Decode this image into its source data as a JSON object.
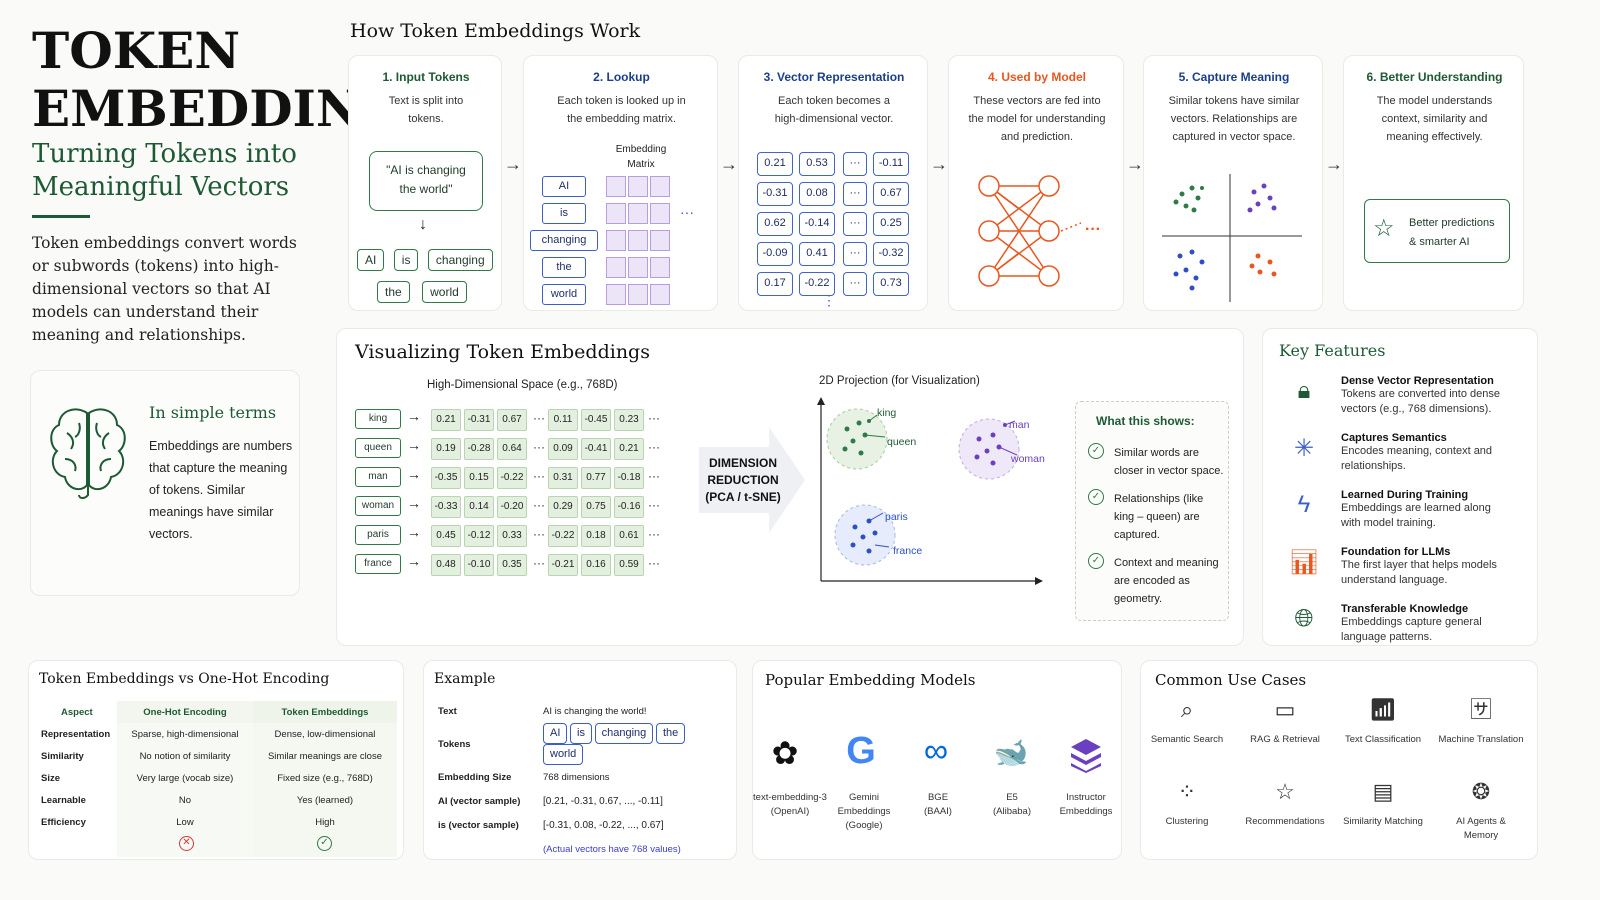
{
  "title": {
    "line1": "TOKEN",
    "line2": "EMBEDDINGS",
    "subtitle1": "Turning Tokens into",
    "subtitle2": "Meaningful Vectors",
    "intro": [
      "Token embeddings convert words",
      "or subwords (tokens) into high-",
      "dimensional vectors so that AI",
      "models can understand their",
      "meaning and relationships."
    ]
  },
  "simple": {
    "title": "In simple terms",
    "lines": [
      "Embeddings are numbers",
      "that capture the meaning",
      "of tokens. Similar",
      "meanings have similar",
      "vectors."
    ]
  },
  "how": {
    "title": "How Token Embeddings Work",
    "steps": [
      {
        "title": "1. Input Tokens",
        "desc": [
          "Text is split into",
          "tokens."
        ]
      },
      {
        "title": "2. Lookup",
        "desc": [
          "Each token is looked up in",
          "the embedding matrix."
        ]
      },
      {
        "title": "3. Vector Representation",
        "desc": [
          "Each token becomes a",
          "high-dimensional vector."
        ]
      },
      {
        "title": "4. Used by Model",
        "desc": [
          "These vectors are fed into",
          "the model for understanding",
          "and prediction."
        ]
      },
      {
        "title": "5. Capture Meaning",
        "desc": [
          "Similar tokens have similar",
          "vectors. Relationships are",
          "captured in vector space."
        ]
      },
      {
        "title": "6. Better Understanding",
        "desc": [
          "The model understands",
          "context, similarity and",
          "meaning effectively."
        ]
      }
    ],
    "quote": [
      "\"AI is changing",
      "the world\""
    ],
    "tokens": [
      "AI",
      "is",
      "changing",
      "the",
      "world"
    ],
    "matrix_label": [
      "Embedding",
      "Matrix"
    ],
    "vectors": [
      [
        "0.21",
        "0.53",
        "···",
        "-0.11"
      ],
      [
        "-0.31",
        "0.08",
        "···",
        "0.67"
      ],
      [
        "0.62",
        "-0.14",
        "···",
        "0.25"
      ],
      [
        "-0.09",
        "0.41",
        "···",
        "-0.32"
      ],
      [
        "0.17",
        "-0.22",
        "···",
        "0.73"
      ]
    ],
    "dots": "···",
    "vdots": "⋮",
    "better": [
      "Better predictions",
      "& smarter AI"
    ]
  },
  "viz": {
    "title": "Visualizing Token Embeddings",
    "hd_label": "High-Dimensional Space (e.g., 768D)",
    "rows": [
      {
        "word": "king",
        "a": [
          "0.21",
          "-0.31",
          "0.67"
        ],
        "b": [
          "0.11",
          "-0.45",
          "0.23"
        ]
      },
      {
        "word": "queen",
        "a": [
          "0.19",
          "-0.28",
          "0.64"
        ],
        "b": [
          "0.09",
          "-0.41",
          "0.21"
        ]
      },
      {
        "word": "man",
        "a": [
          "-0.35",
          "0.15",
          "-0.22"
        ],
        "b": [
          "0.31",
          "0.77",
          "-0.18"
        ]
      },
      {
        "word": "woman",
        "a": [
          "-0.33",
          "0.14",
          "-0.20"
        ],
        "b": [
          "0.29",
          "0.75",
          "-0.16"
        ]
      },
      {
        "word": "paris",
        "a": [
          "0.45",
          "-0.12",
          "0.33"
        ],
        "b": [
          "-0.22",
          "0.18",
          "0.61"
        ]
      },
      {
        "word": "france",
        "a": [
          "0.48",
          "-0.10",
          "0.35"
        ],
        "b": [
          "-0.21",
          "0.16",
          "0.59"
        ]
      }
    ],
    "reduction": [
      "DIMENSION",
      "REDUCTION",
      "(PCA / t-SNE)"
    ],
    "proj_label": "2D Projection (for Visualization)",
    "labels": {
      "king": "king",
      "queen": "queen",
      "man": "man",
      "woman": "woman",
      "paris": "paris",
      "france": "france"
    },
    "shows_title": "What this shows:",
    "shows": [
      [
        "Similar words are",
        "closer in vector space."
      ],
      [
        "Relationships (like",
        "king – queen) are",
        "captured."
      ],
      [
        "Context and meaning",
        "are encoded as",
        "geometry."
      ]
    ]
  },
  "features": {
    "title": "Key Features",
    "items": [
      {
        "icon": "lock-icon",
        "t": "Dense Vector Representation",
        "d": [
          "Tokens are converted into dense",
          "vectors (e.g., 768 dimensions)."
        ]
      },
      {
        "icon": "network-icon",
        "t": "Captures Semantics",
        "d": [
          "Encodes meaning, context and",
          "relationships."
        ]
      },
      {
        "icon": "lightning-icon",
        "t": "Learned During Training",
        "d": [
          "Embeddings are learned along",
          "with model training."
        ]
      },
      {
        "icon": "bar-chart-icon",
        "t": "Foundation for LLMs",
        "d": [
          "The first layer that helps models",
          "understand language."
        ]
      },
      {
        "icon": "globe-icon",
        "t": "Transferable Knowledge",
        "d": [
          "Embeddings capture general",
          "language patterns."
        ]
      }
    ]
  },
  "compare": {
    "title": "Token Embeddings vs One-Hot Encoding",
    "headers": [
      "Aspect",
      "One-Hot Encoding",
      "Token Embeddings"
    ],
    "rows": [
      [
        "Representation",
        "Sparse, high-dimensional",
        "Dense, low-dimensional"
      ],
      [
        "Similarity",
        "No notion of similarity",
        "Similar meanings are close"
      ],
      [
        "Size",
        "Very large (vocab size)",
        "Fixed size (e.g., 768D)"
      ],
      [
        "Learnable",
        "No",
        "Yes (learned)"
      ],
      [
        "Efficiency",
        "Low",
        "High"
      ]
    ]
  },
  "example": {
    "title": "Example",
    "text_label": "Text",
    "text": "AI is changing the world!",
    "tokens_label": "Tokens",
    "tokens": [
      "AI",
      "is",
      "changing",
      "the",
      "world"
    ],
    "size_label": "Embedding Size",
    "size": "768 dimensions",
    "ai_label": "AI (vector sample)",
    "ai": "[0.21, -0.31, 0.67, ..., -0.11]",
    "is_label": "is (vector sample)",
    "is": "[-0.31, 0.08, -0.22, ..., 0.67]",
    "note": "(Actual vectors have 768 values)"
  },
  "models": {
    "title": "Popular Embedding Models",
    "items": [
      [
        "text-embedding-3",
        "(OpenAI)"
      ],
      [
        "Gemini",
        "Embeddings",
        "(Google)"
      ],
      [
        "BGE",
        "(BAAI)"
      ],
      [
        "E5",
        "(Alibaba)"
      ],
      [
        "Instructor",
        "Embeddings"
      ]
    ]
  },
  "uses": {
    "title": "Common Use Cases",
    "items": [
      [
        "Semantic Search"
      ],
      [
        "RAG & Retrieval"
      ],
      [
        "Text Classification"
      ],
      [
        "Machine Translation"
      ],
      [
        "Clustering"
      ],
      [
        "Recommendations"
      ],
      [
        "Similarity Matching"
      ],
      [
        "AI Agents &",
        "Memory"
      ]
    ]
  },
  "colors": {
    "green": "#1d5a34",
    "blue": "#3a5fc8",
    "orange": "#e8571f",
    "purple": "#6a3fc0"
  }
}
